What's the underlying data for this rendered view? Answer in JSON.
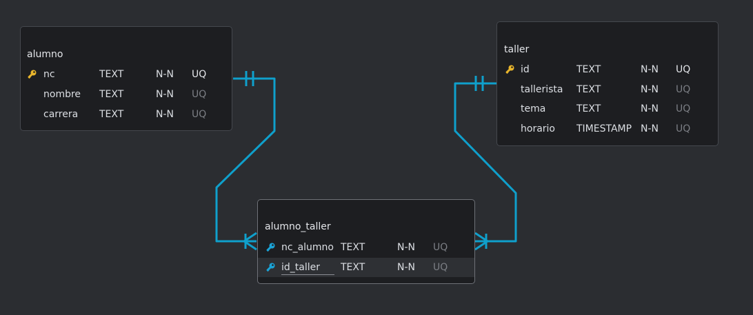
{
  "colors": {
    "canvas": "#2b2d31",
    "card": "#1d1e21",
    "relation": "#0fa0cc",
    "primary_key": "#e8b52c",
    "foreign_key": "#1ba3d6"
  },
  "tables": {
    "alumno": {
      "name": "alumno",
      "columns": [
        {
          "name": "nc",
          "type": "TEXT",
          "nn": "N-N",
          "uq": "UQ",
          "key": "primary-key-icon"
        },
        {
          "name": "nombre",
          "type": "TEXT",
          "nn": "N-N",
          "uq": "UQ"
        },
        {
          "name": "carrera",
          "type": "TEXT",
          "nn": "N-N",
          "uq": "UQ"
        }
      ]
    },
    "taller": {
      "name": "taller",
      "columns": [
        {
          "name": "id",
          "type": "TEXT",
          "nn": "N-N",
          "uq": "UQ",
          "key": "primary-key-icon"
        },
        {
          "name": "tallerista",
          "type": "TEXT",
          "nn": "N-N",
          "uq": "UQ"
        },
        {
          "name": "tema",
          "type": "TEXT",
          "nn": "N-N",
          "uq": "UQ"
        },
        {
          "name": "horario",
          "type": "TIMESTAMP",
          "nn": "N-N",
          "uq": "UQ"
        }
      ]
    },
    "alumno_taller": {
      "name": "alumno_taller",
      "columns": [
        {
          "name": "nc_alumno",
          "type": "TEXT",
          "nn": "N-N",
          "uq": "UQ",
          "key": "foreign-key-icon"
        },
        {
          "name": "id_taller",
          "type": "TEXT",
          "nn": "N-N",
          "uq": "UQ",
          "key": "foreign-key-icon"
        }
      ]
    }
  },
  "relations": [
    {
      "from": "alumno.nc",
      "to": "alumno_taller.nc_alumno",
      "from_end": "one-mandatory",
      "to_end": "many"
    },
    {
      "from": "taller.id",
      "to": "alumno_taller.id_taller",
      "from_end": "one-mandatory",
      "to_end": "many"
    }
  ]
}
